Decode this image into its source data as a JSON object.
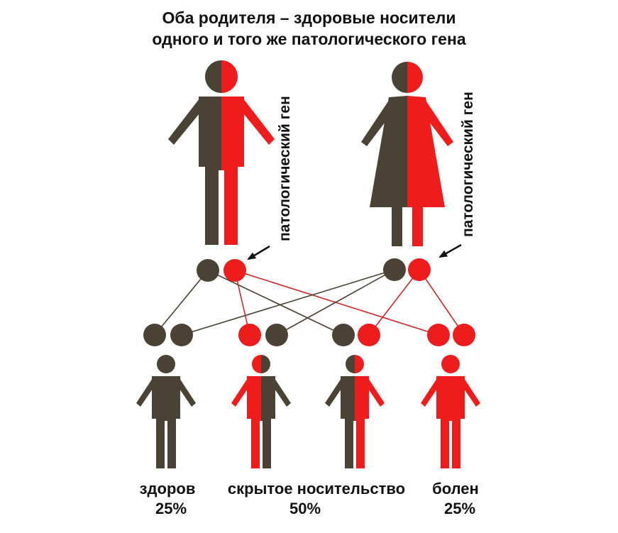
{
  "title": {
    "line1": "Оба родителя – здоровые носители",
    "line2": "одного и того же патологического гена"
  },
  "labels": {
    "gene_father": "патологический ген",
    "gene_mother": "патологический ген"
  },
  "outcomes": [
    {
      "label": "здоров",
      "percent": "25%"
    },
    {
      "label": "скрытое носительство",
      "percent": "50%"
    },
    {
      "label": "болен",
      "percent": "25%"
    }
  ],
  "colors": {
    "healthy": "#4a4234",
    "pathological": "#ee1c1c",
    "text": "#111111"
  },
  "icons": [
    "male-figure-icon",
    "female-figure-icon",
    "child-figure-icon",
    "arrow-icon"
  ]
}
